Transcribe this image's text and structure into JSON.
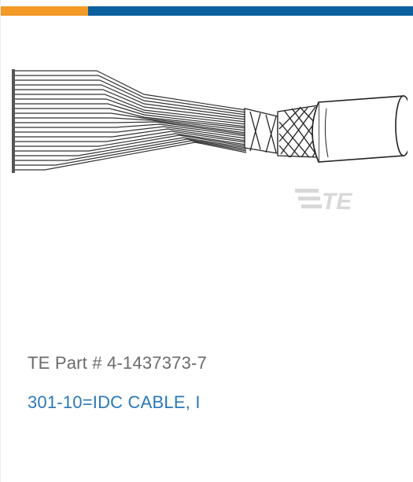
{
  "colors": {
    "accent_orange": "#f39a27",
    "accent_blue": "#0c5f9d",
    "link_blue": "#2a78b9",
    "text_gray": "#6b6b6b"
  },
  "product": {
    "image_icon": "ribbon-cable-icon",
    "watermark_text": "TE",
    "part_number": "TE Part # 4-1437373-7",
    "title": "301-10=IDC CABLE, I"
  }
}
